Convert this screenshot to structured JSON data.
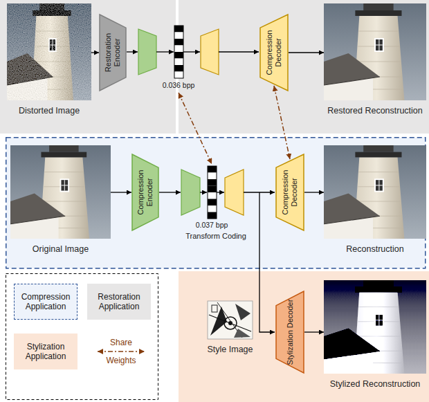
{
  "diagram": {
    "nodes": [
      {
        "text": [
          "Distorted Image"
        ]
      },
      {
        "text": [
          "Restoration Encoder"
        ]
      },
      {
        "text": [
          "Compression Decoder"
        ]
      },
      {
        "text": [
          "Restored Reconstruction"
        ]
      },
      {
        "text": [
          "Original Image"
        ]
      },
      {
        "text": [
          "Compression Encoder"
        ]
      },
      {
        "text": [
          "Compression Decoder"
        ]
      },
      {
        "text": [
          "Reconstruction"
        ]
      },
      {
        "text": [
          "Style Image"
        ]
      },
      {
        "text": [
          "Stylization Decoder"
        ]
      },
      {
        "text": [
          "Stylized Reconstruction"
        ]
      }
    ],
    "edges": [
      {
        "from": 0,
        "to": 1,
        "arrow": "to"
      },
      {
        "from": 2,
        "to": 3,
        "arrow": "to"
      },
      {
        "from": 4,
        "to": 5,
        "arrow": "to"
      },
      {
        "from": 6,
        "to": 7,
        "arrow": "to"
      },
      {
        "from": 9,
        "to": 10,
        "arrow": "to"
      },
      {
        "from": 2,
        "to": 6,
        "arrow": "both"
      }
    ],
    "labels": [
      "0.036 bpp",
      "0.037 bpp",
      "Transform Coding"
    ],
    "legend": [
      {
        "text": "Compression Application"
      },
      {
        "text": "Restoration Application",
        "color": "#e7e6e6"
      },
      {
        "text": "Stylization Application",
        "color": "#fbe5d6"
      },
      {
        "text": "Share Weights"
      }
    ]
  }
}
